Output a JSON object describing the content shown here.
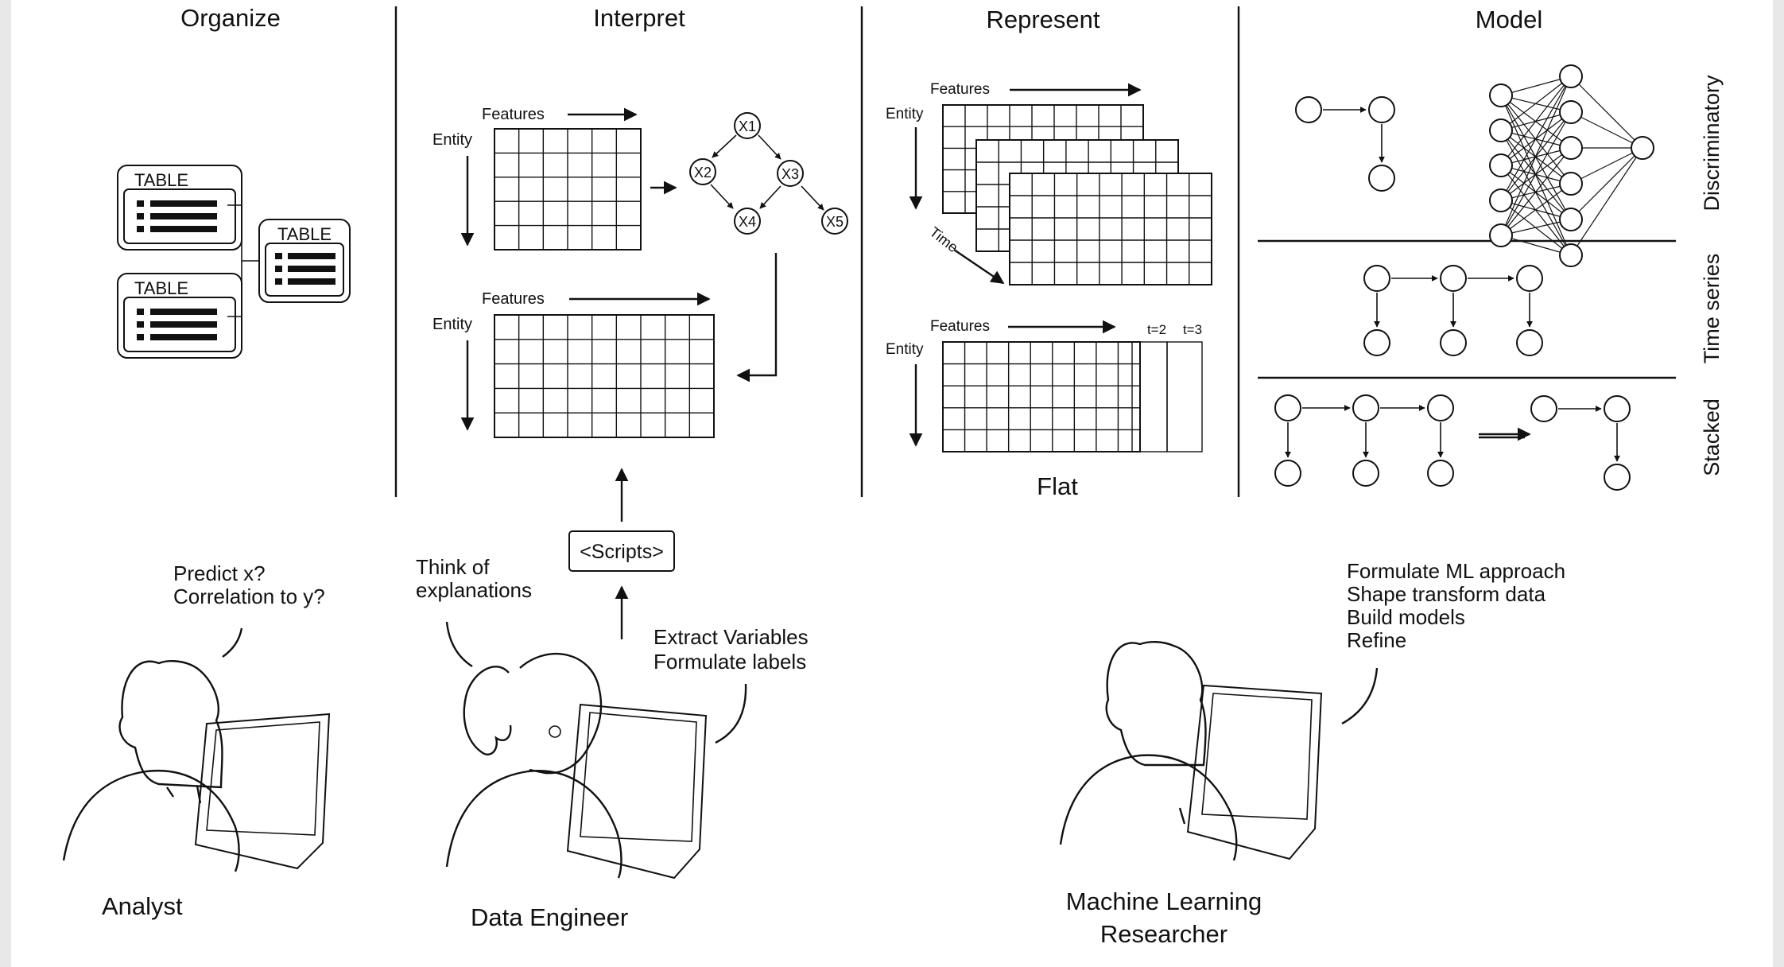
{
  "columns": {
    "organize": "Organize",
    "interpret": "Interpret",
    "represent": "Represent",
    "model": "Model"
  },
  "organize": {
    "tables": [
      "TABLE",
      "TABLE",
      "TABLE"
    ]
  },
  "interpret": {
    "features_top": "Features",
    "entity_top": "Entity",
    "features_bottom": "Features",
    "entity_bottom": "Entity",
    "nodes": [
      "X1",
      "X2",
      "X3",
      "X4",
      "X5"
    ],
    "scripts": "<Scripts>"
  },
  "represent": {
    "features_top": "Features",
    "entity_top": "Entity",
    "time": "Time",
    "features_bottom": "Features",
    "entity_bottom": "Entity",
    "t2": "t=2",
    "t3": "t=3",
    "flat": "Flat"
  },
  "model": {
    "rows": [
      "Discriminatory",
      "Time series",
      "Stacked"
    ]
  },
  "people": {
    "analyst": {
      "name": "Analyst",
      "speech": [
        "Predict x?",
        "Correlation to y?"
      ]
    },
    "engineer": {
      "name": "Data Engineer",
      "thought": [
        "Think of",
        "explanations"
      ],
      "speech": [
        "Extract Variables",
        "Formulate labels"
      ]
    },
    "researcher": {
      "name_lines": [
        "Machine Learning",
        "Researcher"
      ],
      "speech": [
        "Formulate ML approach",
        "Shape transform data",
        "Build models",
        "Refine"
      ]
    }
  },
  "colors": {
    "ink": "#111111",
    "paper": "#ffffff",
    "margin": "#e8e8e8"
  }
}
